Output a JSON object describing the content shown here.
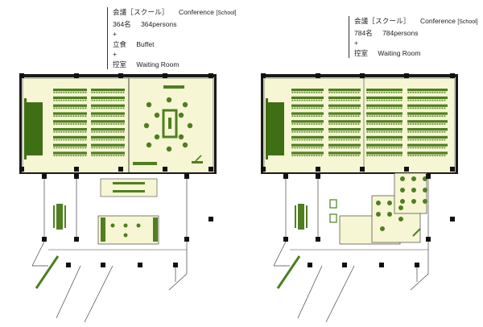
{
  "layouts": [
    {
      "conference_label_ja": "会議［スクール］",
      "conference_label_en": "Conference",
      "conference_style_en": "[School]",
      "capacity_ja": "364名",
      "capacity_en": "364persons",
      "plus_1": "+",
      "buffet_ja": "立食",
      "buffet_en": "Buffet",
      "plus_2": "+",
      "waiting_ja": "控室",
      "waiting_en": "Waiting Room"
    },
    {
      "conference_label_ja": "会議［スクール］",
      "conference_label_en": "Conference",
      "conference_style_en": "[School]",
      "capacity_ja": "784名",
      "capacity_en": "784persons",
      "plus_1": "+",
      "waiting_ja": "控室",
      "waiting_en": "Waiting Room"
    }
  ],
  "colors": {
    "floor": "#f6f6d4",
    "furniture": "#4f7f1f",
    "stage": "#3f6f14",
    "wall": "#1a1a1a",
    "column": "#111111",
    "line": "#444444"
  }
}
